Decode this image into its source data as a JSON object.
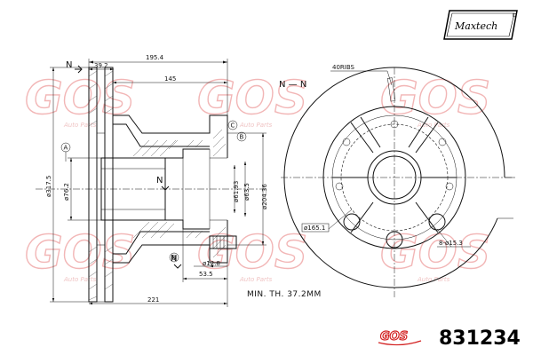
{
  "brand": {
    "maxtech_logo": "Maxtech",
    "gos_logo": "GOS",
    "watermark_text": "GOS",
    "watermark_sub": "Auto Parts"
  },
  "part_number": "831234",
  "section_labels": {
    "left": "N",
    "view": "N — N",
    "section_mark_bottom": "N",
    "section_mark_mid": "N"
  },
  "callouts": {
    "a": "A",
    "b": "B",
    "c": "C"
  },
  "dimensions": {
    "width_total": "195.4",
    "width_hat": "39.2",
    "width_inner": "145",
    "offset_bottom": "221",
    "hub_depth": "53.5",
    "bolt_hole": "ø12.8",
    "dia_outer": "ø317.5",
    "dia_center": "ø76.2",
    "dia_pilot": "ø61.93",
    "dia_pilot_b": "ø63.5",
    "dia_hat": "ø204.36",
    "pcd": "ø165.1",
    "holes": "8-ø15.3",
    "ribs": "40RIBS",
    "min_thickness": "MIN. TH. 37.2MM"
  },
  "icons": [
    "maxtech-logo-icon",
    "gos-logo-icon",
    "watermark-icon"
  ],
  "colors": {
    "line": "#111111",
    "watermark": "#f2b6b6",
    "brand_red": "#d21f1f"
  }
}
